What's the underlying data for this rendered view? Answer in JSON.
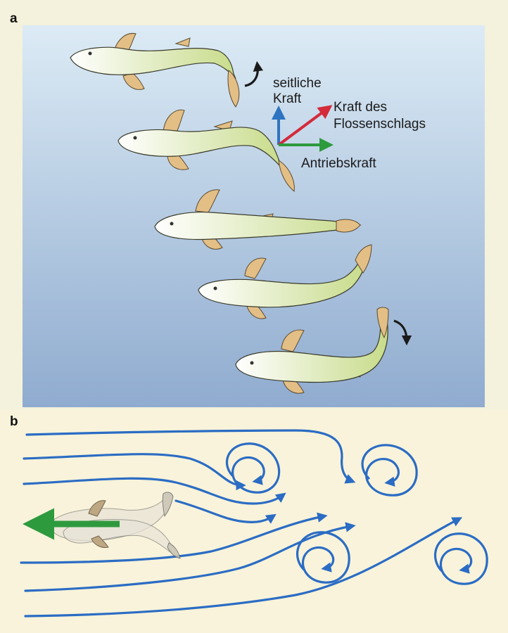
{
  "panel_a": {
    "letter": "a",
    "force_labels": {
      "lateral_line1": "seitliche",
      "lateral_line2": "Kraft",
      "fin_line1": "Kraft des",
      "fin_line2": "Flossenschlags",
      "propulsion": "Antriebskraft"
    },
    "force_colors": {
      "lateral": "#2e74c0",
      "fin": "#d42a3a",
      "propulsion": "#2e9a3e"
    }
  },
  "panel_b": {
    "letter": "b",
    "streamline_color": "#2b6cc4",
    "arrow_color": "#2e9a3e"
  },
  "colors": {
    "water_top": "#dcebf5",
    "water_bottom": "#8fabcf",
    "panel_b_bg": "#f8f3da",
    "fish_body": "#d9e7b4",
    "fish_fin": "#e3bf86"
  }
}
